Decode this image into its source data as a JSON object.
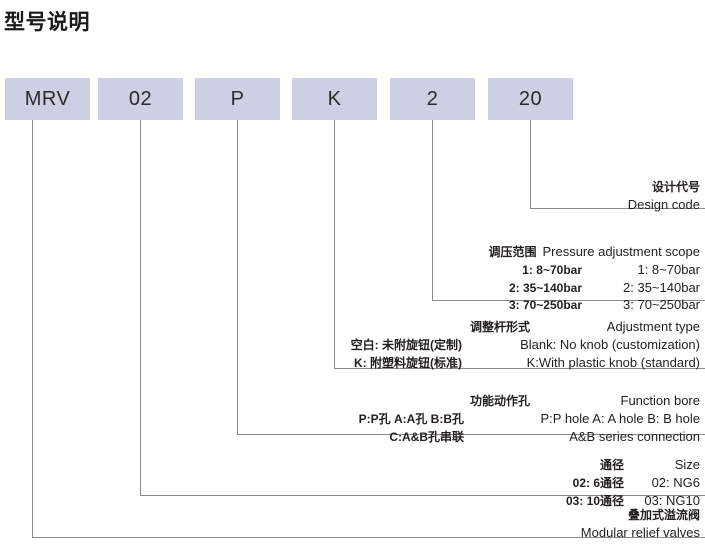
{
  "title": "型号说明",
  "colors": {
    "box_fill": "#ccd0e2",
    "line": "#8a8a8a",
    "text": "#231f20"
  },
  "code_boxes": [
    {
      "name": "series",
      "value": "MRV"
    },
    {
      "name": "size",
      "value": "02"
    },
    {
      "name": "function-bore",
      "value": "P"
    },
    {
      "name": "adjustment-type",
      "value": "K"
    },
    {
      "name": "pressure-scope",
      "value": "2"
    },
    {
      "name": "design-code",
      "value": "20"
    }
  ],
  "annotations": [
    {
      "key": "design-code",
      "head_cn": "设计代号",
      "head_en": "Design code",
      "rows": []
    },
    {
      "key": "pressure-scope",
      "head_cn": "调压范围",
      "head_en": "Pressure adjustment scope",
      "rows": [
        {
          "cn": "1: 8~70bar",
          "en": "1: 8~70bar"
        },
        {
          "cn": "2: 35~140bar",
          "en": "2: 35~140bar"
        },
        {
          "cn": "3: 70~250bar",
          "en": "3: 70~250bar"
        }
      ]
    },
    {
      "key": "adjustment-type",
      "head_cn": "调整杆形式",
      "head_en": "Adjustment type",
      "rows": [
        {
          "cn": "空白: 未附旋钮(定制)",
          "en": "Blank: No knob (customization)"
        },
        {
          "cn": "K: 附塑料旋钮(标准)",
          "en": "K:With plastic knob (standard)"
        }
      ]
    },
    {
      "key": "function-bore",
      "head_cn": "功能动作孔",
      "head_en": "Function bore",
      "rows": [
        {
          "cn": "P:P孔  A:A孔  B:B孔",
          "en": "P:P hole   A: A hole   B: B hole"
        },
        {
          "cn": "C:A&B孔串联",
          "en": "A&B series connection"
        }
      ]
    },
    {
      "key": "size",
      "head_cn": "通径",
      "head_en": "Size",
      "rows": [
        {
          "cn": "02: 6通径",
          "en": "02: NG6"
        },
        {
          "cn": "03: 10通径",
          "en": "03: NG10"
        }
      ]
    },
    {
      "key": "series",
      "head_cn": "叠加式溢流阀",
      "head_en": "Modular relief valves",
      "rows": []
    }
  ]
}
